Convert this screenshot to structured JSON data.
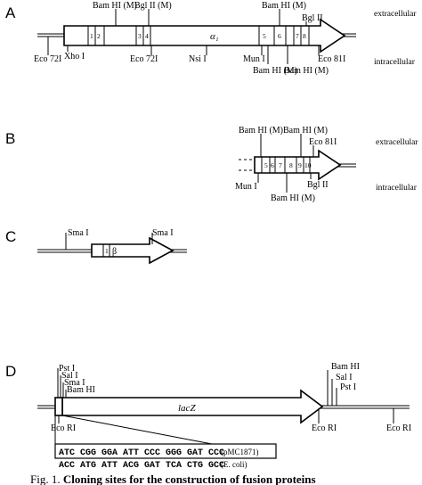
{
  "figure": {
    "caption_prefix": "Fig. 1.",
    "caption_title": "Cloning sites for the construction of fusion proteins"
  },
  "panels": {
    "a": {
      "letter": "A",
      "gene_label": "α₁",
      "segments": [
        "1",
        "2",
        "3",
        "4",
        "5",
        "6",
        "7",
        "8"
      ],
      "side_top": "extracellular",
      "side_bottom": "intracellular",
      "sites_top": [
        "Bam HI (M)",
        "Bgl II (M)",
        "Bam HI (M)",
        "Bgl II"
      ],
      "sites_bottom": [
        "Eco 72I",
        "Xho I",
        "Eco 72I",
        "Nsi I",
        "Mun I",
        "Bam HI (M)",
        "Bam HI (M)",
        "Eco 81I"
      ]
    },
    "b": {
      "letter": "B",
      "segments": [
        "5",
        "6",
        "7",
        "8",
        "9",
        "10"
      ],
      "side_top": "extracellular",
      "side_bottom": "intracellular",
      "sites_top": [
        "Bam HI (M)",
        "Bam HI (M)",
        "Eco 81I"
      ],
      "sites_bottom": [
        "Mun I",
        "Bam HI (M)",
        "Bgl II"
      ]
    },
    "c": {
      "letter": "C",
      "segments": [
        "1",
        "β"
      ],
      "sites_top": [
        "Sma I",
        "Sma I"
      ]
    },
    "d": {
      "letter": "D",
      "gene_label": "lacZ",
      "sites_left": [
        "Pst I",
        "Sal I",
        "Sma I",
        "Bam HI"
      ],
      "sites_right": [
        "Bam HI",
        "Sal I",
        "Pst I"
      ],
      "sites_bottom": [
        "Eco RI",
        "Eco RI",
        "Eco RI"
      ],
      "seq_top": "ATC CGG GGA ATT CCC GGG GAT CCC",
      "seq_top_source": "(pMC1871)",
      "seq_bottom": "ACC ATG ATT ACG GAT TCA CTG GCC",
      "seq_bottom_source": "(E. coli)"
    }
  }
}
